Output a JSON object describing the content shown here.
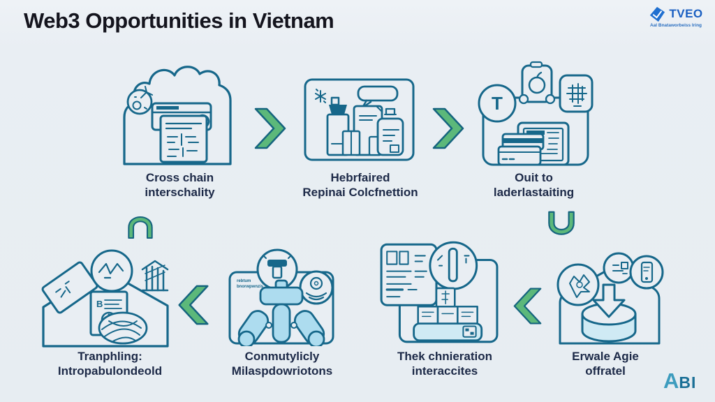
{
  "title": "Web3 Opportunities in Vietnam",
  "logo": {
    "name": "TVEO",
    "tagline": "Aal Bnataworbeiss Iring"
  },
  "brand_mark": {
    "a": "A",
    "bi": "BI"
  },
  "colors": {
    "background": "#e9eef3",
    "line_art": "#16678a",
    "label_text": "#1c2947",
    "arrow_green": "#5cb87a",
    "logo_blue": "#1f6fd0",
    "light_fill": "#cfeaf4",
    "gavel_fill": "#addcef"
  },
  "top_row": [
    {
      "icon": "cloud-browser-icon",
      "label_line1": "Cross chain",
      "label_line2": "interschality"
    },
    {
      "icon": "products-collection-icon",
      "label_line1": "Hebrfaired",
      "label_line2": "Repinai Colcfnettion"
    },
    {
      "icon": "token-payment-icon",
      "badge": "T",
      "label_line1": "Ouit to",
      "label_line2": "laderlastaiting"
    }
  ],
  "bottom_row": [
    {
      "icon": "house-documents-icon",
      "doc_letter": "B",
      "label_line1": "Tranphling:",
      "label_line2": "Intropabulondeold"
    },
    {
      "icon": "community-gavel-icon",
      "tiny_text_line1": "rebtum",
      "tiny_text_line2": "bnorwpwnzis",
      "label_line1": "Conmutylicly",
      "label_line2": "Milaspdowriotons"
    },
    {
      "icon": "block-pyramid-icon",
      "label_line1": "Thek chnieration",
      "label_line2": "interaccites"
    },
    {
      "icon": "download-storage-icon",
      "label_line1": "Erwale Agie",
      "label_line2": "offratel"
    }
  ]
}
